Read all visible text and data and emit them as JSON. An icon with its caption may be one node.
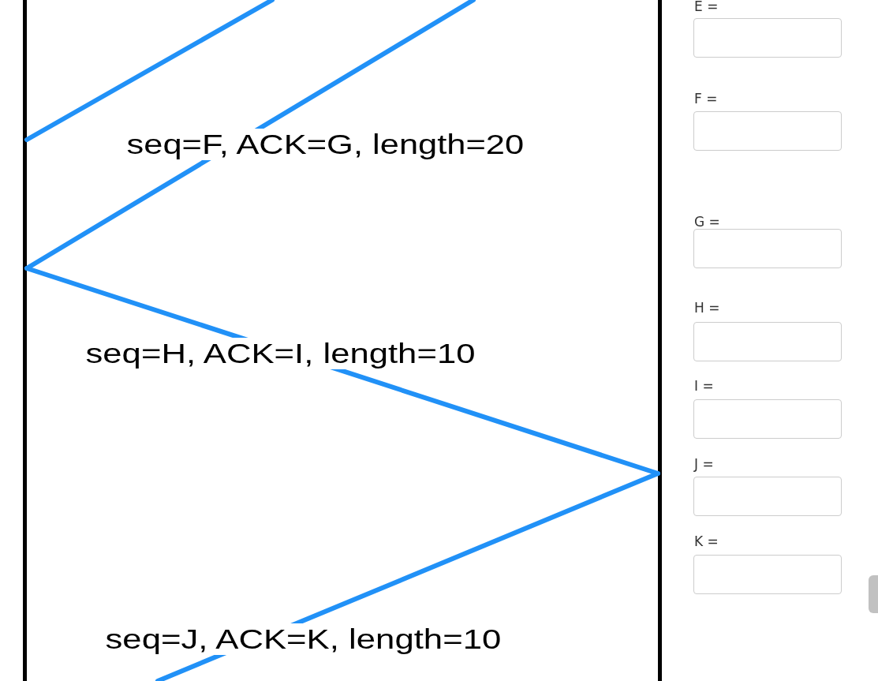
{
  "diagram": {
    "nodes": [
      {
        "text": [],
        "shape": "bar"
      },
      {
        "text": [],
        "shape": "bar"
      }
    ],
    "edges": [
      {
        "from": null,
        "to": 0,
        "arrow": "none"
      },
      {
        "from": null,
        "to": 0,
        "arrow": "none",
        "label": "seq=F, ACK=G, length=20"
      },
      {
        "from": 0,
        "to": 1,
        "arrow": "none",
        "label": "seq=H, ACK=I, length=10"
      },
      {
        "from": 1,
        "to": null,
        "arrow": "none",
        "label": "seq=J, ACK=K, length=10"
      }
    ],
    "labels": [
      "E =",
      "F =",
      "G =",
      "H =",
      "I =",
      "J =",
      "K ="
    ]
  }
}
